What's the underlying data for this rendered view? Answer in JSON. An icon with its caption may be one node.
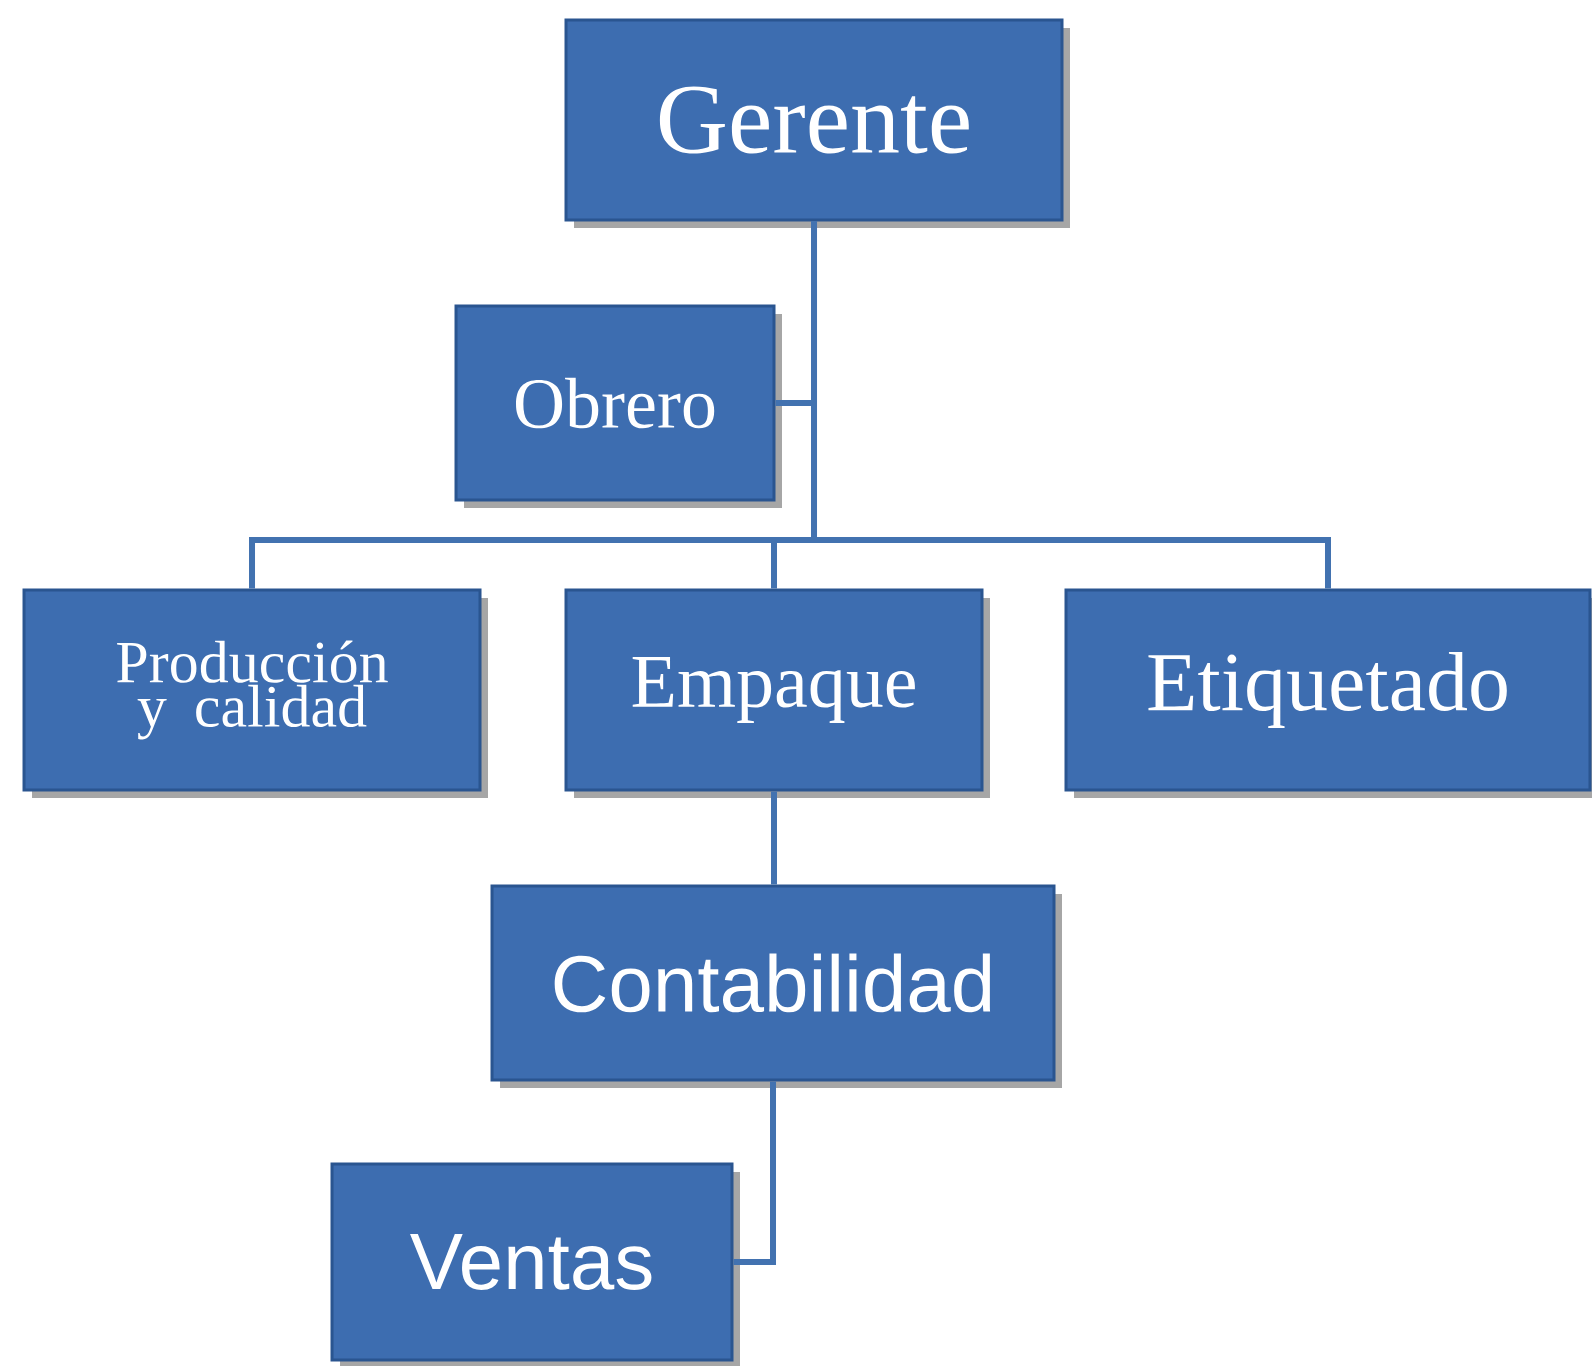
{
  "diagram": {
    "nodes": [
      {
        "text": [
          "Gerente"
        ]
      },
      {
        "text": [
          "Obrero"
        ]
      },
      {
        "text": [
          "Producción y calidad"
        ]
      },
      {
        "text": [
          "Empaque"
        ]
      },
      {
        "text": [
          "Etiquetado"
        ]
      },
      {
        "text": [
          "Contabilidad"
        ]
      },
      {
        "text": [
          "Ventas"
        ]
      }
    ],
    "edges": [
      {
        "from": 0,
        "to": 1,
        "arrow": "none"
      },
      {
        "from": 0,
        "to": 2,
        "arrow": "none"
      },
      {
        "from": 0,
        "to": 3,
        "arrow": "none"
      },
      {
        "from": 0,
        "to": 4,
        "arrow": "none"
      },
      {
        "from": 3,
        "to": 5,
        "arrow": "none"
      },
      {
        "from": 5,
        "to": 6,
        "arrow": "none"
      }
    ]
  }
}
